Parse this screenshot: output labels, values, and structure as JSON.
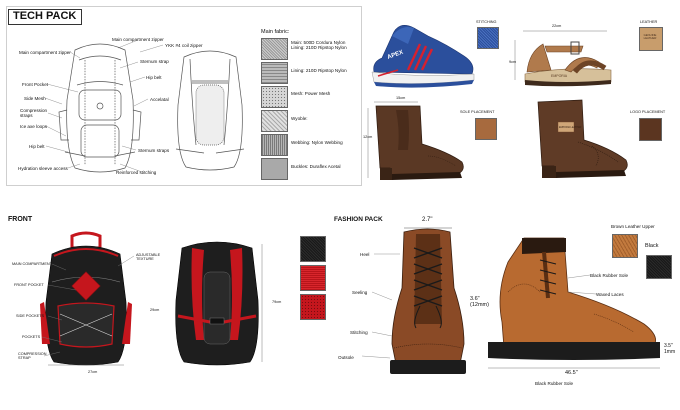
{
  "colors": {
    "line": "#555555",
    "sneaker_blue": "#2b4f9c",
    "sneaker_red": "#d8202e",
    "sandal_tan": "#b07a4c",
    "boot_brown": "#5a3824",
    "fp_boot_brown": "#8a4a26",
    "backpack_black": "#1e1e1e",
    "backpack_red": "#c5161d",
    "leather_swatch": "#a3602c",
    "leather_dark": "#5b3520",
    "leather_upper": "#b86a30",
    "black_swatch": "#181818"
  },
  "tech_pack": {
    "title": "TECH PACK",
    "labels": {
      "main_compartment": "Main compartment zipper",
      "yk_coil": "YKK #4 coil zipper",
      "main_compartment_zipper": "Main compartment zipper",
      "sternum_strap": "Sternum strap",
      "front_pocket": "Front Pocket",
      "hip_belt": "Hip belt",
      "side_mesh": "Side Mesh",
      "compression_straps": "Compression straps",
      "accelatal": "Accelatal",
      "ice_axe_loops": "Ice axe loops",
      "hip_belt_lower": "Hip belt",
      "sternum_strap_lower": "Sternum straps",
      "hydration_sleeve": "Hydration sleeve access",
      "reinforced_stitching": "Reinforced stitching"
    },
    "fabrics_title": "Main fabric:",
    "fabrics": [
      {
        "text": "Main: 500D Cordura Nylon\nLining: 210D Ripstop Nylon"
      },
      {
        "text": "Lining: 210D Ripstop Nylon"
      },
      {
        "text": "Mesh: Power Mesh"
      },
      {
        "text": "Wyoble:"
      },
      {
        "text": "Webbing: Nylon Webbing"
      },
      {
        "text": "Buckles: Duraflex Acetal"
      }
    ]
  },
  "sneaker": {
    "stitching_label": "STITCHING",
    "brand": "APEX"
  },
  "sandal": {
    "leather_label": "LEATHER",
    "dim_top": "22cm",
    "dim_side": "9cm",
    "insole_text": "GENUINE LEATHER",
    "brand": "EMPORIA"
  },
  "chelsea": {
    "label": "SOLE PLACEMENT",
    "dim_top": "15cm",
    "dim_side": "12cm"
  },
  "brogue": {
    "label": "LOGO PLACEMENT",
    "patch_text": "EMPORIA LEATHER"
  },
  "front": {
    "title": "FRONT",
    "labels": {
      "adjustable": "ADJUSTABLE\nTEXTURE",
      "main_compartment": "MAIN COMPARTMENT",
      "front_pocket": "FRONT POCKET",
      "side_pockets": "SIDE POCKETS",
      "pockets": "POCKETS",
      "compression": "COMPRESSION\nSTRAP"
    },
    "dim_height": "29cm",
    "dim_width": "27cm",
    "dim_back_height": "79cm"
  },
  "fashion_pack": {
    "title": "FASHION PACK",
    "labels": {
      "heel": "Heel",
      "sealing": "Seeling",
      "stitching": "Stitching",
      "outsole": "Outsole",
      "brown_leather_upper": "Brown Leather Upper",
      "black": "Black",
      "black_rubber_sole": "Black Rubber Sole",
      "waxed_laces": "Waxed Laces",
      "black_rubber_sole_bottom": "Black Rubber Sole"
    },
    "dims": {
      "top_width": "2.7\"",
      "height": "3.6\"\n(12mm)",
      "heel_height": "3.5\"\n1mm",
      "bottom_length": "46.5\""
    }
  }
}
